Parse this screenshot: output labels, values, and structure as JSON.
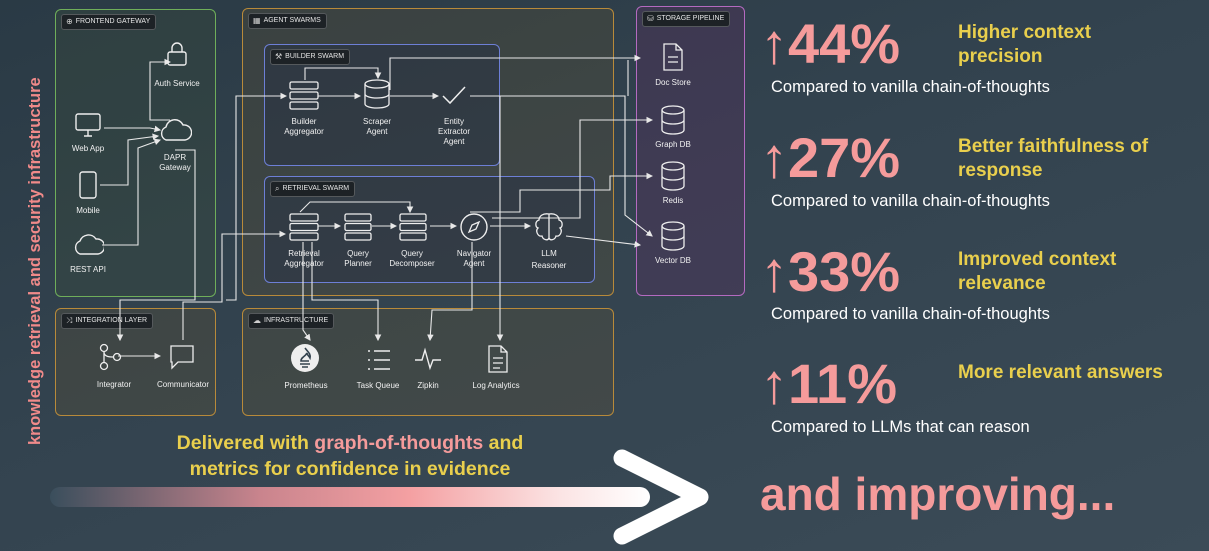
{
  "side_title": "knowledge retrieval and security infrastructure",
  "panels": {
    "frontend": "FRONTEND GATEWAY",
    "agent_swarms": "AGENT SWARMS",
    "builder": "BUILDER SWARM",
    "retrieval": "RETRIEVAL SWARM",
    "integration": "INTEGRATION LAYER",
    "infrastructure": "INFRASTRUCTURE",
    "storage": "STORAGE PIPELINE"
  },
  "nodes": {
    "auth_service": "Auth Service",
    "web_app": "Web App",
    "dapr_gateway_1": "DAPR",
    "dapr_gateway_2": "Gateway",
    "mobile": "Mobile",
    "rest_api": "REST API",
    "builder_aggregator_1": "Builder",
    "builder_aggregator_2": "Aggregator",
    "scraper_agent_1": "Scraper",
    "scraper_agent_2": "Agent",
    "entity_extractor_1": "Entity",
    "entity_extractor_2": "Extractor",
    "entity_extractor_3": "Agent",
    "retrieval_aggregator_1": "Retrieval",
    "retrieval_aggregator_2": "Aggregator",
    "query_planner_1": "Query",
    "query_planner_2": "Planner",
    "query_decomposer_1": "Query",
    "query_decomposer_2": "Decomposer",
    "navigator_agent_1": "Navigator",
    "navigator_agent_2": "Agent",
    "llm_reasoner_1": "LLM",
    "llm_reasoner_2": "Reasoner",
    "integrator": "Integrator",
    "communicator": "Communicator",
    "prometheus": "Prometheus",
    "task_queue": "Task Queue",
    "zipkin": "Zipkin",
    "log_analytics": "Log Analytics",
    "doc_store": "Doc Store",
    "graph_db": "Graph DB",
    "redis": "Redis",
    "vector_db": "Vector DB"
  },
  "stats": [
    {
      "value": "↑44%",
      "headline": "Higher context precision",
      "comparison": "Compared to vanilla chain-of-thoughts"
    },
    {
      "value": "↑27%",
      "headline": "Better faithfulness of response",
      "comparison": "Compared to vanilla chain-of-thoughts"
    },
    {
      "value": "↑33%",
      "headline": "Improved context relevance",
      "comparison": "Compared to vanilla chain-of-thoughts"
    },
    {
      "value": "↑11%",
      "headline": "More relevant answers",
      "comparison": "Compared to LLMs that can reason"
    }
  ],
  "delivered": {
    "part1": "Delivered with ",
    "highlight": "graph-of-thoughts",
    "part2": " and metrics for confidence in evidence"
  },
  "improving": "and improving...",
  "colors": {
    "accent_pink": "#f59b9b",
    "accent_yellow": "#e9cf4d",
    "green_border": "#6fae5a",
    "amber_border": "#b88a3a",
    "blue_border": "#6d7fd6",
    "purple_border": "#b46ac0"
  }
}
